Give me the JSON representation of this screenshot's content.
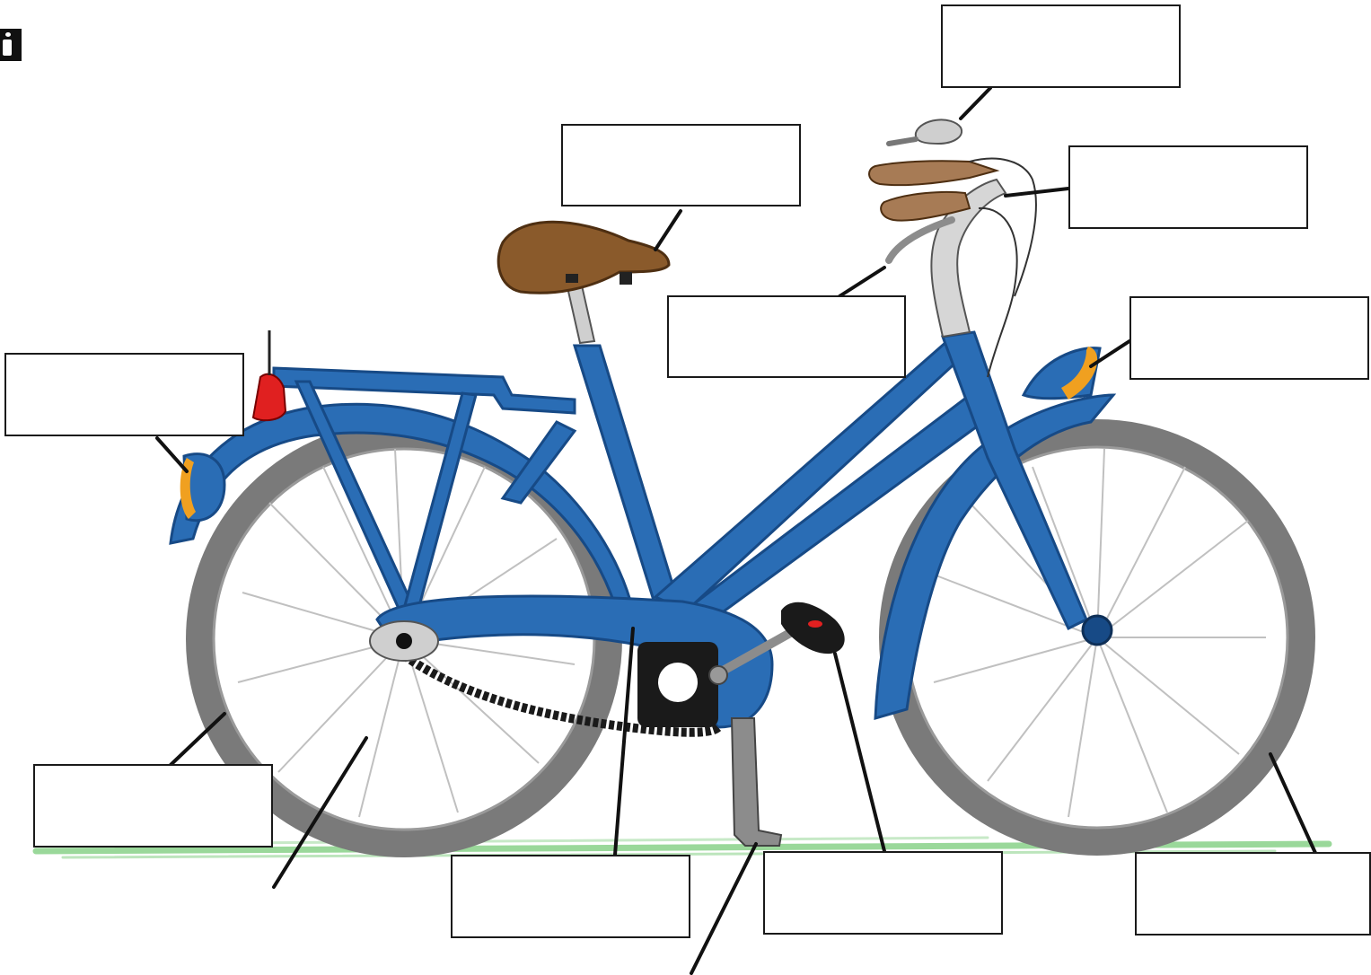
{
  "worksheet": {
    "label_boxes": [
      {
        "id": "bell",
        "text": ""
      },
      {
        "id": "saddle",
        "text": ""
      },
      {
        "id": "handlebar",
        "text": ""
      },
      {
        "id": "brake-lever",
        "text": ""
      },
      {
        "id": "front-light",
        "text": ""
      },
      {
        "id": "back-light",
        "text": ""
      },
      {
        "id": "tyre-rear",
        "text": ""
      },
      {
        "id": "spokes",
        "text": ""
      },
      {
        "id": "chain",
        "text": ""
      },
      {
        "id": "kickstand",
        "text": ""
      },
      {
        "id": "pedal",
        "text": ""
      },
      {
        "id": "tyre-front",
        "text": ""
      }
    ]
  },
  "colors": {
    "frame": "#2a6db5",
    "frame_dark": "#174a86",
    "saddle": "#8a5a2b",
    "tyre": "#7a7a7a",
    "grip": "#a77b55",
    "reflector_red": "#e02020",
    "lamp_orange": "#f0a020",
    "ground": "#8fd48f",
    "chain": "#1a1a1a"
  }
}
